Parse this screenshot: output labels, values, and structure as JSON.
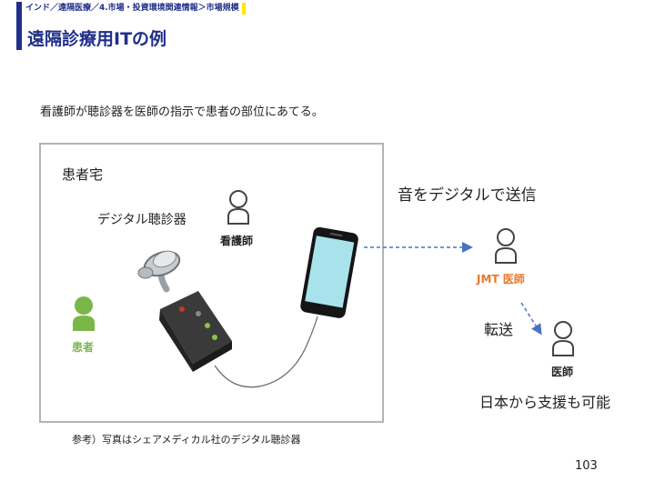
{
  "header": {
    "breadcrumb": "インド／遠隔医療／4.市場・投資環境関連情報＞市場規模",
    "title": "遠隔診療用ITの例"
  },
  "intro_text": "看護師が聴診器を医師の指示で患者の部位にあてる。",
  "diagram": {
    "home_label": "患者宅",
    "device_label": "デジタル聴診器",
    "nurse_label": "看護師",
    "patient_label": "患者",
    "send_label": "音をデジタルで送信",
    "jmt_doctor_label": "JMT 医師",
    "transfer_label": "転送",
    "doctor_label": "医師",
    "support_label": "日本から支援も可能"
  },
  "footnote": "参考）写真はシェアメディカル社のデジタル聴診器",
  "page_number": "103",
  "colors": {
    "accent": "#1f2f8a",
    "highlight": "#ffe600",
    "jmt": "#e8772e",
    "patient": "#7ab648",
    "arrow": "#4a72c4"
  }
}
